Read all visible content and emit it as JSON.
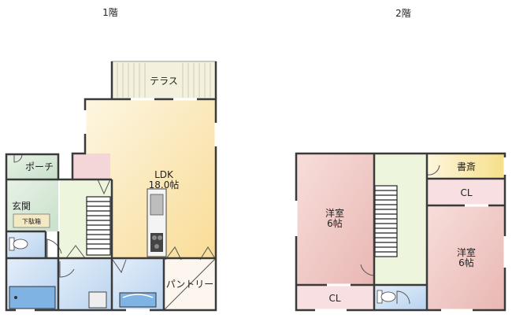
{
  "floors": {
    "first": {
      "title": "1階",
      "rooms": {
        "terrace": "テラス",
        "ldk": "LDK",
        "ldk_size": "18.0帖",
        "porch": "ポーチ",
        "entrance": "玄関",
        "shoe_storage": "下駄箱",
        "pantry": "パントリー"
      }
    },
    "second": {
      "title": "2階",
      "rooms": {
        "study": "書斎",
        "closet_top": "CL",
        "western_room_left": "洋室",
        "western_room_left_size": "6帖",
        "western_room_right": "洋室",
        "western_room_right_size": "6帖",
        "closet_bottom": "CL"
      }
    }
  },
  "colors": {
    "ldk": "#fbe7b0",
    "ldk_light": "#fdf5e0",
    "terrace": "#f1efd9",
    "porch": "#d8ebd8",
    "entrance": "#d3e6d9",
    "water": "#c9dff4",
    "storage_pink": "#f4cfd2",
    "stair_area": "#eef5dd",
    "room_pink": "#efc9c6",
    "study": "#fbeeb5",
    "closet": "#f6d9dc",
    "wall": "#3a3a3a"
  }
}
